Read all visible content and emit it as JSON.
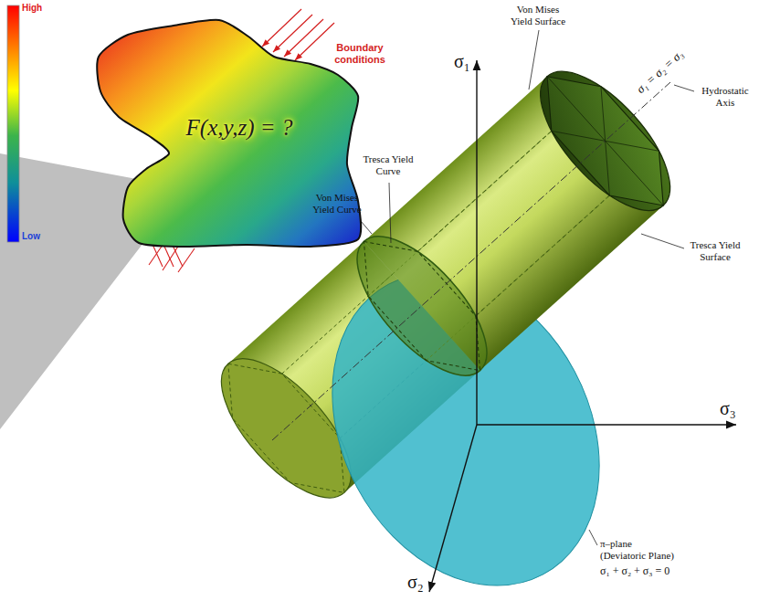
{
  "diagram": {
    "nodes": [
      {
        "text": [
          "F(x,y,z) = ?"
        ]
      }
    ],
    "labels": [
      "High",
      "Low",
      "Boundary conditions",
      "σ₁",
      "Von Mises Yield Surface",
      "σ₁ = σ₂ = σ₃",
      "Hydrostatic Axis",
      "Tresca Yield Curve",
      "Von Mises Yield Curve",
      "Tresca Yield Surface",
      "σ₃",
      "π–plane (Deviatoric Plane)",
      "σ₁ + σ₂ + σ₃ = 0",
      "σ₂"
    ]
  }
}
